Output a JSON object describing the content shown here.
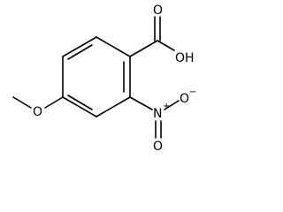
{
  "molecule": {
    "atom_labels": {
      "carbonyl_oxygen": "O",
      "hydroxyl": "OH",
      "methoxy_oxygen": "O",
      "nitro_nitrogen": "N",
      "nitro_nitrogen_charge": "+",
      "nitro_oxygen_right": "O",
      "nitro_oxygen_right_charge": "−",
      "nitro_oxygen_bottom": "O"
    }
  }
}
